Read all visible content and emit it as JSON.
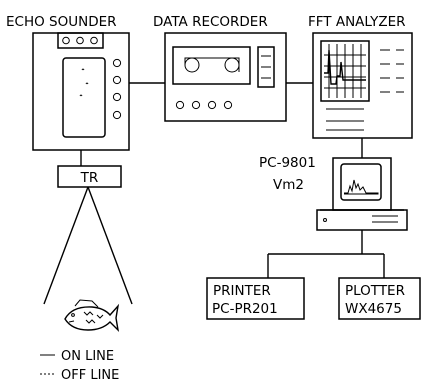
{
  "titles": {
    "echo_sounder": "ECHO SOUNDER",
    "data_recorder": "DATA RECORDER",
    "fft_analyzer": "FFT ANALYZER"
  },
  "tr_label": "TR",
  "pc": {
    "line1": "PC-9801",
    "line2": "Vm2"
  },
  "printer": {
    "line1": "PRINTER",
    "line2": "PC-PR201"
  },
  "plotter": {
    "line1": "PLOTTER",
    "line2": "WX4675"
  },
  "legend": {
    "on_line": "ON LINE",
    "off_line": "OFF LINE"
  },
  "icons": [
    "fish-icon",
    "cassette-reels-icon",
    "waveform-icon"
  ]
}
